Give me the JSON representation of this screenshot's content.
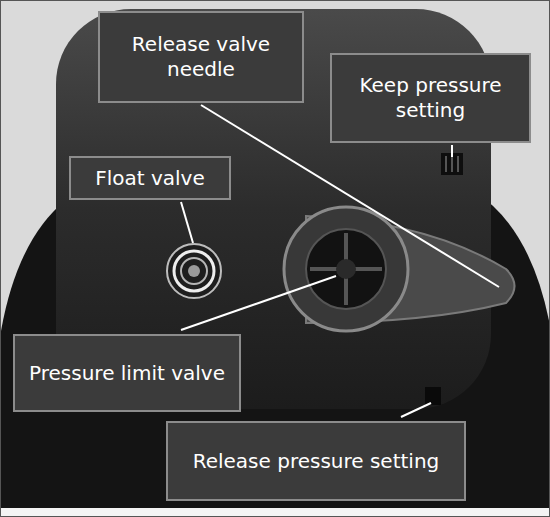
{
  "diagram": {
    "nodes": [
      {
        "text": [
          "Release valve needle"
        ]
      },
      {
        "text": [
          "Keep pressure setting"
        ]
      },
      {
        "text": [
          "Float valve"
        ]
      },
      {
        "text": [
          "Pressure limit valve"
        ]
      },
      {
        "text": [
          "Release pressure setting"
        ]
      }
    ]
  }
}
